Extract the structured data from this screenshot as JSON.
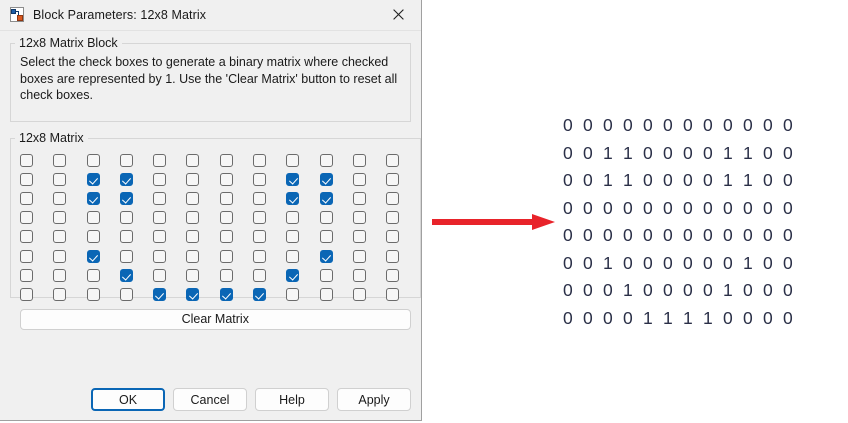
{
  "window": {
    "title": "Block Parameters: 12x8 Matrix",
    "icon": "simulink-block-icon",
    "close_icon": "close-icon"
  },
  "description_group": {
    "legend": "12x8 Matrix Block",
    "text": "Select the check boxes to generate a binary matrix where checked boxes are represented by 1. Use the 'Clear Matrix' button to reset all check boxes."
  },
  "matrix_group": {
    "legend": "12x8 Matrix",
    "rows": 8,
    "cols": 12,
    "clear_button_label": "Clear Matrix",
    "checked": [
      [
        0,
        0,
        0,
        0,
        0,
        0,
        0,
        0,
        0,
        0,
        0,
        0
      ],
      [
        0,
        0,
        1,
        1,
        0,
        0,
        0,
        0,
        1,
        1,
        0,
        0
      ],
      [
        0,
        0,
        1,
        1,
        0,
        0,
        0,
        0,
        1,
        1,
        0,
        0
      ],
      [
        0,
        0,
        0,
        0,
        0,
        0,
        0,
        0,
        0,
        0,
        0,
        0
      ],
      [
        0,
        0,
        0,
        0,
        0,
        0,
        0,
        0,
        0,
        0,
        0,
        0
      ],
      [
        0,
        0,
        1,
        0,
        0,
        0,
        0,
        0,
        0,
        1,
        0,
        0
      ],
      [
        0,
        0,
        0,
        1,
        0,
        0,
        0,
        0,
        1,
        0,
        0,
        0
      ],
      [
        0,
        0,
        0,
        0,
        1,
        1,
        1,
        1,
        0,
        0,
        0,
        0
      ]
    ]
  },
  "footer": {
    "buttons": [
      {
        "label": "OK",
        "focused": true
      },
      {
        "label": "Cancel",
        "focused": false
      },
      {
        "label": "Help",
        "focused": false
      },
      {
        "label": "Apply",
        "focused": false
      }
    ]
  },
  "arrow": {
    "name": "red-right-arrow-icon",
    "color": "#e8232a",
    "direction": "right"
  },
  "binary_output": {
    "color": "#2b3048",
    "rows": [
      "0 0 0 0 0 0 0 0 0 0 0 0",
      "0 0 1 1 0 0 0 0 1 1 0 0",
      "0 0 1 1 0 0 0 0 1 1 0 0",
      "0 0 0 0 0 0 0 0 0 0 0 0",
      "0 0 0 0 0 0 0 0 0 0 0 0",
      "0 0 1 0 0 0 0 0 0 1 0 0",
      "0 0 0 1 0 0 0 0 1 0 0 0",
      "0 0 0 0 1 1 1 1 0 0 0 0"
    ],
    "values": [
      [
        0,
        0,
        0,
        0,
        0,
        0,
        0,
        0,
        0,
        0,
        0,
        0
      ],
      [
        0,
        0,
        1,
        1,
        0,
        0,
        0,
        0,
        1,
        1,
        0,
        0
      ],
      [
        0,
        0,
        1,
        1,
        0,
        0,
        0,
        0,
        1,
        1,
        0,
        0
      ],
      [
        0,
        0,
        0,
        0,
        0,
        0,
        0,
        0,
        0,
        0,
        0,
        0
      ],
      [
        0,
        0,
        0,
        0,
        0,
        0,
        0,
        0,
        0,
        0,
        0,
        0
      ],
      [
        0,
        0,
        1,
        0,
        0,
        0,
        0,
        0,
        0,
        1,
        0,
        0
      ],
      [
        0,
        0,
        0,
        1,
        0,
        0,
        0,
        0,
        1,
        0,
        0,
        0
      ],
      [
        0,
        0,
        0,
        0,
        1,
        1,
        1,
        1,
        0,
        0,
        0,
        0
      ]
    ]
  }
}
